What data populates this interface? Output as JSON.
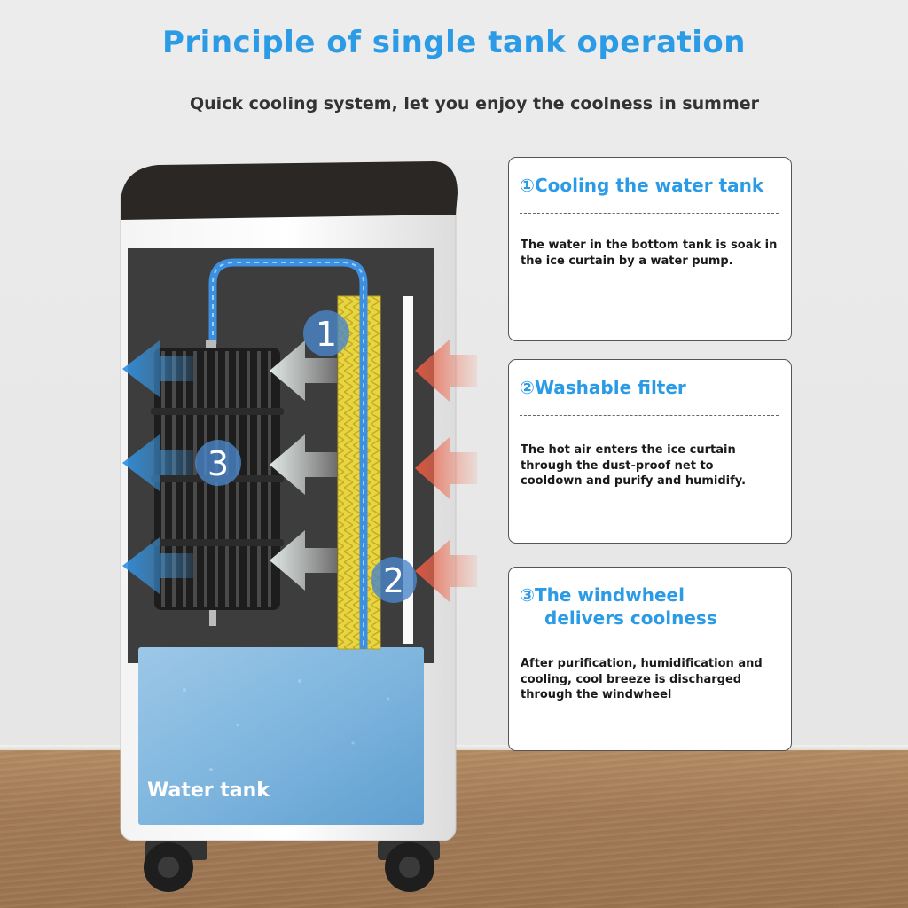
{
  "header": {
    "title": "Principle of single tank operation",
    "subtitle": "Quick cooling system, let you enjoy the coolness in summer"
  },
  "diagram": {
    "water_tank_label": "Water tank",
    "markers": [
      "1",
      "2",
      "3"
    ]
  },
  "cards": [
    {
      "number": "①",
      "title_lines": [
        "Cooling the water tank"
      ],
      "text": "The water in the bottom tank is soak in the ice curtain by a water pump."
    },
    {
      "number": "②",
      "title_lines": [
        "Washable filter"
      ],
      "text": "The hot air enters the ice curtain through the dust-proof net to cooldown and purify and humidify."
    },
    {
      "number": "③",
      "title_lines": [
        "The windwheel",
        "delivers coolness"
      ],
      "text": "After purification, humidification and cooling, cool breeze is discharged through the windwheel"
    }
  ],
  "colors": {
    "accent_blue": "#2c9be6",
    "hot_air": "#e8553d",
    "filter_yellow": "#e3d23a",
    "water": "#7fb6de"
  }
}
